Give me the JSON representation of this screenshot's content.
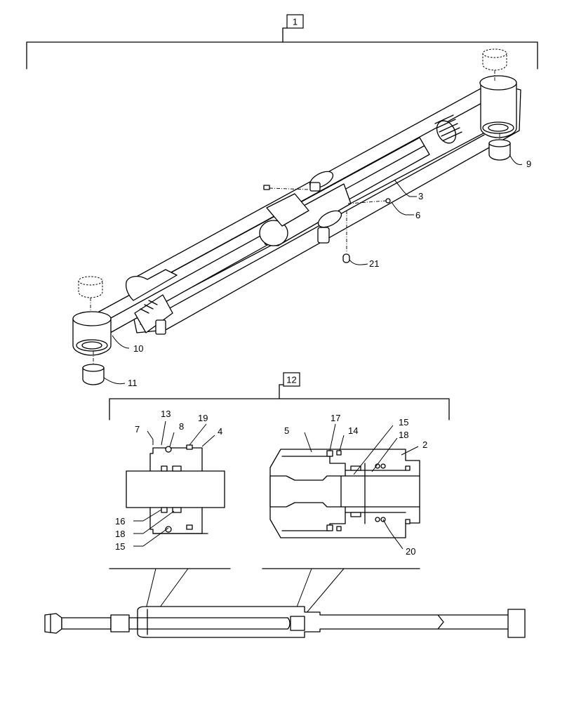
{
  "callouts": {
    "c1": "1",
    "c3": "3",
    "c6": "6",
    "c9": "9",
    "c10": "10",
    "c11": "11",
    "c21": "21",
    "c12": "12",
    "s7": "7",
    "s13": "13",
    "s8": "8",
    "s19": "19",
    "s4": "4",
    "s16": "16",
    "s18": "18",
    "s15": "15",
    "p5": "5",
    "p17": "17",
    "p14": "14",
    "p15": "15",
    "p18": "18",
    "p2": "2",
    "p20": "20"
  }
}
